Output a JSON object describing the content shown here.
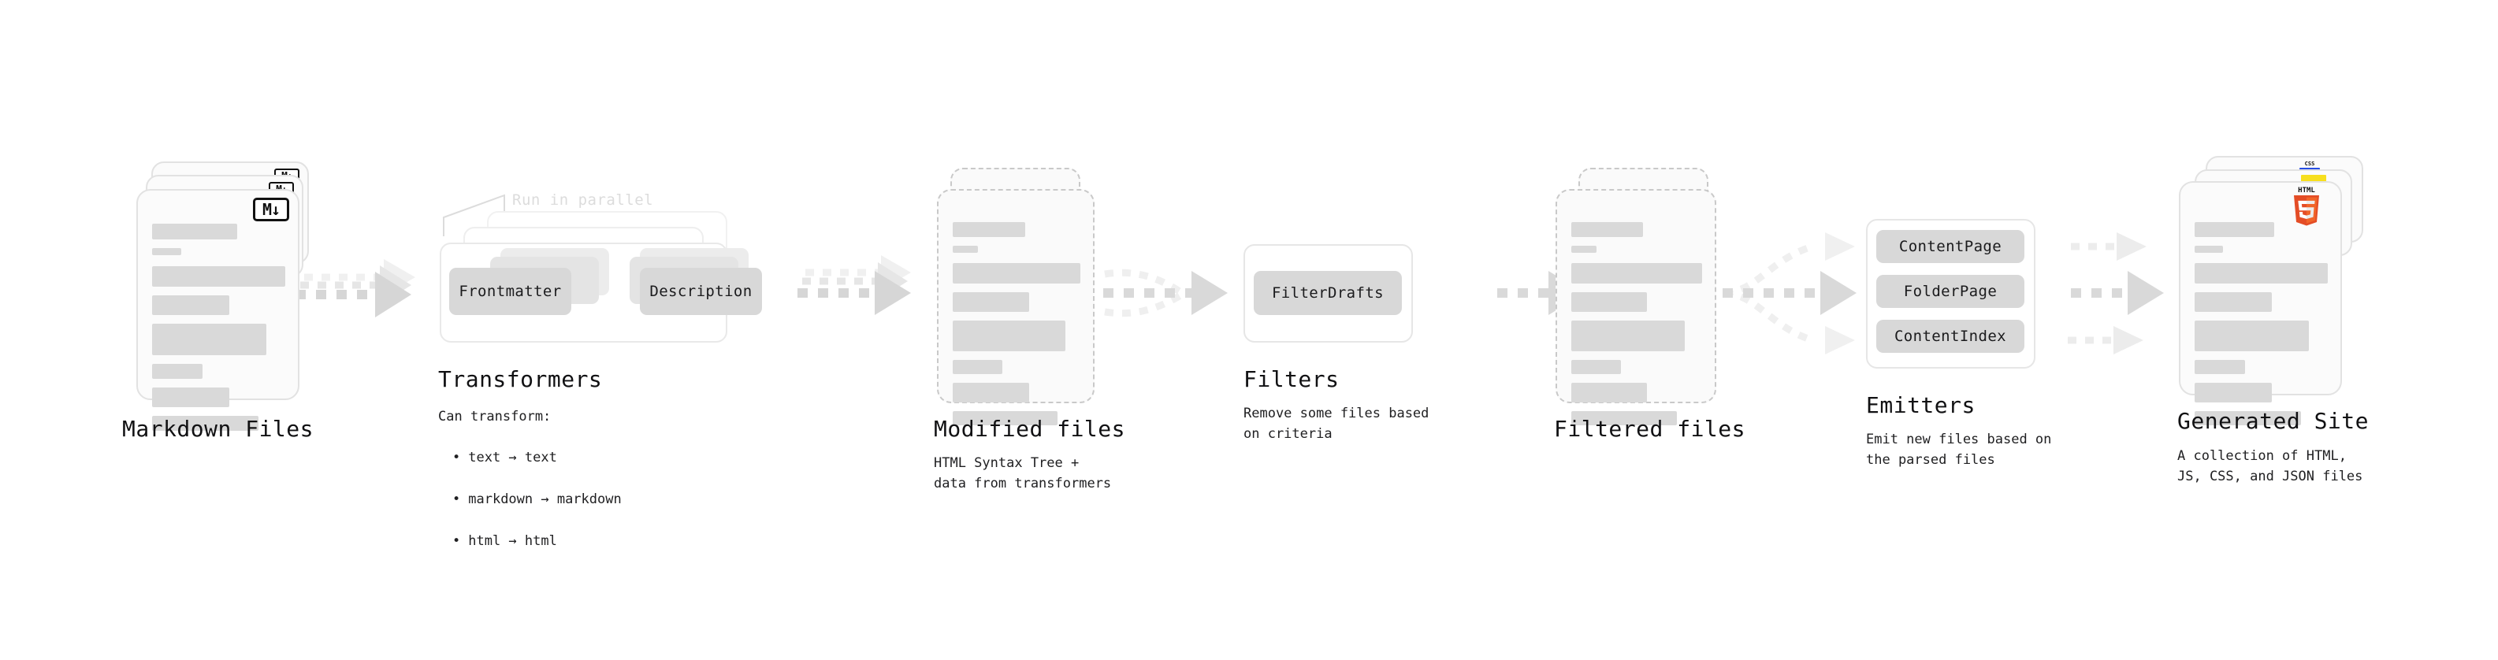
{
  "diagram": {
    "type": "pipeline-flow",
    "background": "#ffffff",
    "accent_colors": {
      "placeholder_bar": "#d9d9d9",
      "chip": "#d8d8d8",
      "arrow": "#d5d5d5",
      "ghost_text": "#dcdcdc",
      "html5_orange": "#e44d26",
      "html5_orange_light": "#f16529",
      "js_yellow": "#f7df1e",
      "css3_blue": "#264de4"
    }
  },
  "stages": [
    {
      "id": "markdown-files",
      "title": "Markdown Files",
      "subtitle": "",
      "badge": "M↓",
      "badge_name": "markdown-icon",
      "doc_count": 3,
      "doc_style": "solid"
    },
    {
      "id": "transformers",
      "title": "Transformers",
      "subtitle": "Can transform:",
      "bullets": [
        "text → text",
        "markdown → markdown",
        "html → html"
      ],
      "ghost_label": "Run in parallel",
      "chips": [
        "Frontmatter",
        "Description"
      ],
      "stack_count": 3
    },
    {
      "id": "modified-files",
      "title": "Modified files",
      "subtitle": "HTML Syntax Tree +\ndata from transformers",
      "doc_count": 2,
      "doc_style": "dashed"
    },
    {
      "id": "filters",
      "title": "Filters",
      "subtitle": "Remove some files based\non criteria",
      "chips": [
        "FilterDrafts"
      ]
    },
    {
      "id": "filtered-files",
      "title": "Filtered files",
      "subtitle": "",
      "doc_count": 2,
      "doc_style": "dashed"
    },
    {
      "id": "emitters",
      "title": "Emitters",
      "subtitle": "Emit new files based on\nthe parsed files",
      "chips": [
        "ContentPage",
        "FolderPage",
        "ContentIndex"
      ]
    },
    {
      "id": "generated-site",
      "title": "Generated Site",
      "subtitle": "A collection of HTML,\nJS, CSS, and JSON files",
      "badge": "HTML",
      "badge_name": "html5-icon",
      "badge_digit": "5",
      "secondary_badges": [
        "css3-icon",
        "javascript-icon"
      ],
      "doc_count": 3,
      "doc_style": "solid"
    }
  ],
  "connectors": [
    {
      "id": "md-to-transformers",
      "style": "dotted-fan",
      "lanes": 3
    },
    {
      "id": "transformers-to-modified",
      "style": "dotted-fan",
      "lanes": 3
    },
    {
      "id": "modified-to-filters",
      "style": "dotted-merge",
      "lanes": 3
    },
    {
      "id": "filters-to-filtered",
      "style": "dotted-single",
      "lanes": 1
    },
    {
      "id": "filtered-to-emitters",
      "style": "dotted-split",
      "lanes": 3
    },
    {
      "id": "emitters-to-site",
      "style": "dotted-parallel",
      "lanes": 3
    },
    {
      "id": "frontmatter-to-description",
      "style": "solid-thin",
      "lanes": 3
    }
  ],
  "css3_label": "CSS"
}
